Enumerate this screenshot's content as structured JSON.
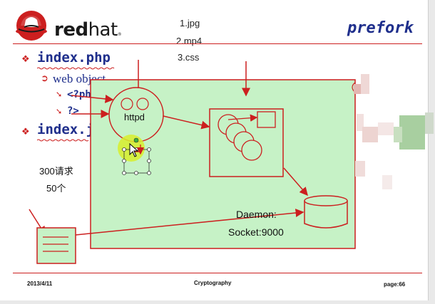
{
  "header": {
    "logo_text_bold": "red",
    "logo_text_light": "hat",
    "logo_mark": "®",
    "title": "prefork",
    "files": [
      "1.jpg",
      "2.mp4",
      "3.css"
    ]
  },
  "bullets": {
    "b1": "index.php",
    "b1_sub": "web object",
    "b1_code1": "<?ph",
    "b1_code2": "?>",
    "b2": "index.j"
  },
  "notes": {
    "requests": "300请求",
    "count": "50个"
  },
  "diagram": {
    "process_label": "httpd",
    "daemon_label": "Daemon:",
    "socket_label": "Socket:9000"
  },
  "footer": {
    "date": "2013/4/11",
    "title": "Cryptography",
    "page": "page:66"
  },
  "colors": {
    "accent_red": "#cc1f1f",
    "title_blue": "#1f2f8c",
    "panel_green": "#c6f2c6",
    "highlight_yellow": "#d7ef2c"
  }
}
